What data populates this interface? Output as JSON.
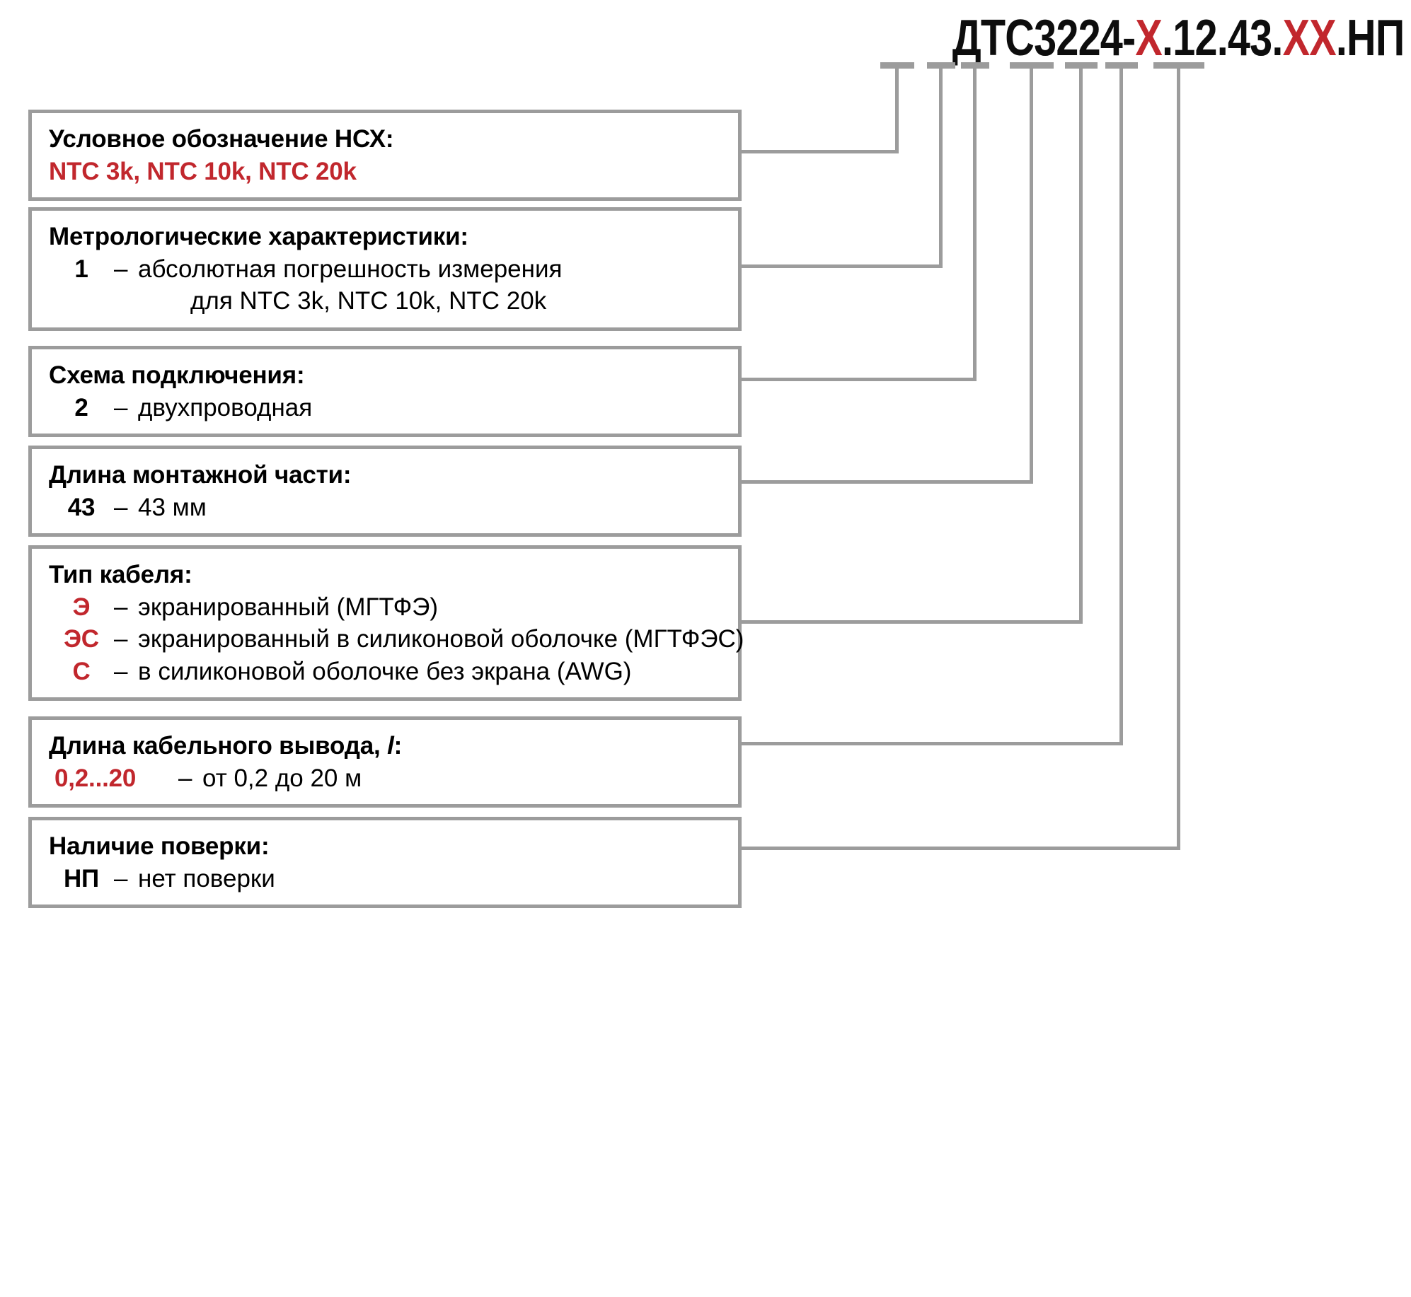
{
  "product_code": {
    "segments": [
      {
        "text": "ДТС3224-",
        "color": "black"
      },
      {
        "text": "X",
        "color": "red"
      },
      {
        "text": ".12.43.",
        "color": "black"
      },
      {
        "text": "XX",
        "color": "red"
      },
      {
        "text": ".НП",
        "color": "black"
      }
    ],
    "full": "ДТС3224-X.12.43.XX.НП"
  },
  "colors": {
    "accent_red": "#c1272d",
    "line_gray": "#9c9c9c",
    "text_black": "#0d0d0d"
  },
  "boxes": [
    {
      "id": "nsx",
      "title": "Условное обозначение НСХ:",
      "values_line": "NTC 3k, NTC 10k, NTC 20k",
      "values_color": "red"
    },
    {
      "id": "metrology",
      "title": "Метрологические характеристики:",
      "options": [
        {
          "code": "1",
          "code_color": "black",
          "dash": "–",
          "text": "абсолютная погрешность измерения",
          "sub": "для NTC 3k, NTC 10k, NTC 20k"
        }
      ]
    },
    {
      "id": "connection-scheme",
      "title": "Схема подключения:",
      "options": [
        {
          "code": "2",
          "code_color": "black",
          "dash": "–",
          "text": "двухпроводная"
        }
      ]
    },
    {
      "id": "mounting-length",
      "title": "Длина монтажной части:",
      "options": [
        {
          "code": "43",
          "code_color": "black",
          "dash": "–",
          "text": "43 мм"
        }
      ]
    },
    {
      "id": "cable-type",
      "title": "Тип кабеля:",
      "options": [
        {
          "code": "Э",
          "code_color": "red",
          "dash": "–",
          "text": "экранированный (МГТФЭ)"
        },
        {
          "code": "ЭС",
          "code_color": "red",
          "dash": "–",
          "text": "экранированный в силиконовой оболочке (МГТФЭС)"
        },
        {
          "code": "С",
          "code_color": "red",
          "dash": "–",
          "text": "в силиконовой оболочке без экрана (AWG)"
        }
      ]
    },
    {
      "id": "cable-length",
      "title_prefix": "Длина кабельного вывода, ",
      "title_italic": "l",
      "title_suffix": ":",
      "options": [
        {
          "code": "0,2...20",
          "code_color": "red",
          "dash": "–",
          "text": "от 0,2 до 20 м"
        }
      ]
    },
    {
      "id": "verification",
      "title": "Наличие поверки:",
      "options": [
        {
          "code": "НП",
          "code_color": "black",
          "dash": "–",
          "text": "нет поверки"
        }
      ]
    }
  ]
}
